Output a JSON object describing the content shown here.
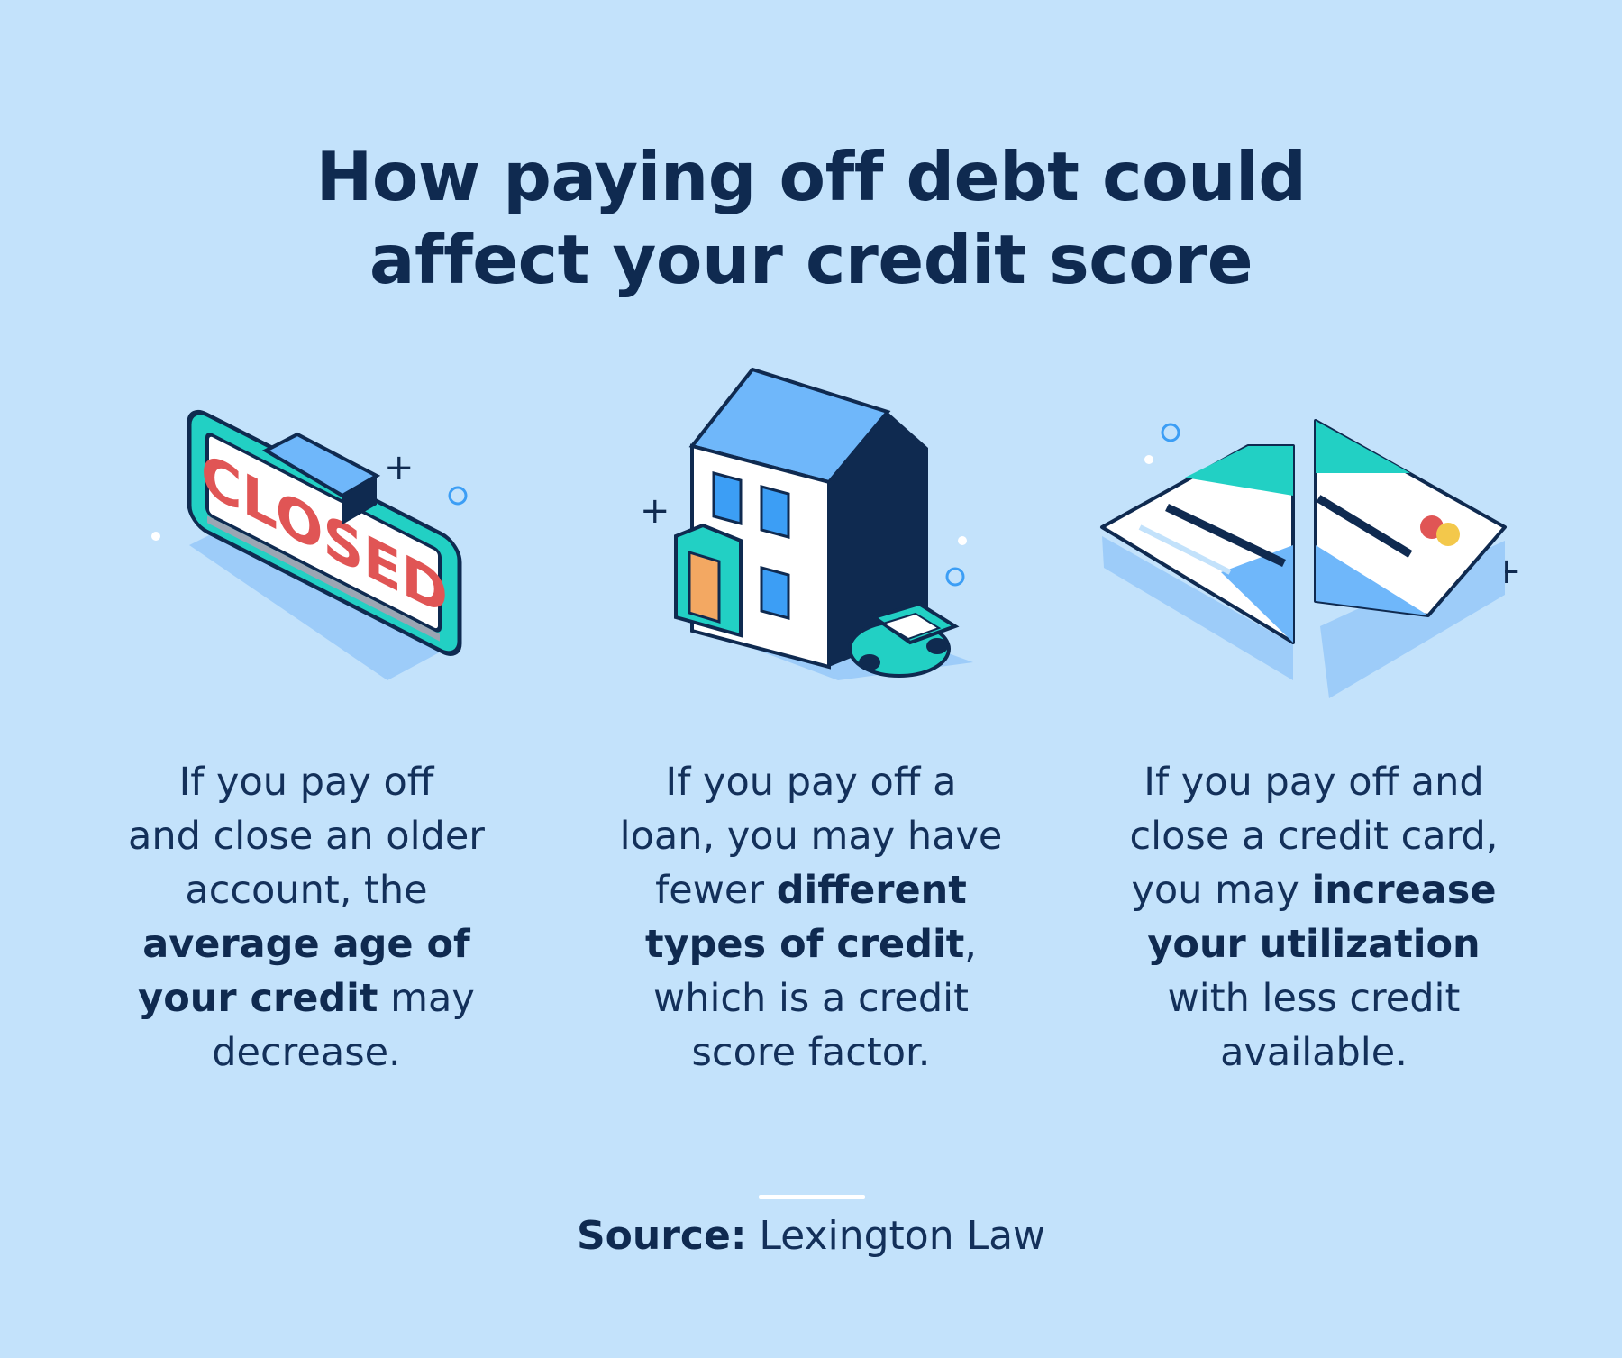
{
  "title": {
    "line1": "How paying off debt could",
    "line2": "affect your credit score"
  },
  "illustrations": {
    "sign": {
      "icon": "closed-sign-icon",
      "text": "CLOSED"
    },
    "house": {
      "icon": "house-and-car-icon"
    },
    "card": {
      "icon": "cut-credit-card-icon"
    }
  },
  "columns": [
    {
      "lines": [
        [
          {
            "t": "If you pay off"
          }
        ],
        [
          {
            "t": "and close an older"
          }
        ],
        [
          {
            "t": "account, the"
          }
        ],
        [
          {
            "t": "average age of",
            "b": true
          }
        ],
        [
          {
            "t": "your credit",
            "b": true
          },
          {
            "t": " may"
          }
        ],
        [
          {
            "t": "decrease."
          }
        ]
      ]
    },
    {
      "lines": [
        [
          {
            "t": "If you pay off a"
          }
        ],
        [
          {
            "t": "loan, you may have"
          }
        ],
        [
          {
            "t": "fewer "
          },
          {
            "t": "different",
            "b": true
          }
        ],
        [
          {
            "t": "types of credit",
            "b": true
          },
          {
            "t": ","
          }
        ],
        [
          {
            "t": "which is a credit"
          }
        ],
        [
          {
            "t": "score factor."
          }
        ]
      ]
    },
    {
      "lines": [
        [
          {
            "t": "If you pay off and"
          }
        ],
        [
          {
            "t": "close a credit card,"
          }
        ],
        [
          {
            "t": "you may "
          },
          {
            "t": "increase",
            "b": true
          }
        ],
        [
          {
            "t": "your utilization",
            "b": true
          }
        ],
        [
          {
            "t": "with less credit"
          }
        ],
        [
          {
            "t": "available."
          }
        ]
      ]
    }
  ],
  "source": {
    "label": "Source:",
    "value": " Lexington Law"
  },
  "colors": {
    "background": "#c3e2fb",
    "navy": "#0f2a50",
    "teal": "#22d0c4",
    "blue": "#6fb7fa",
    "red": "#e05555",
    "orange": "#f3a862"
  }
}
